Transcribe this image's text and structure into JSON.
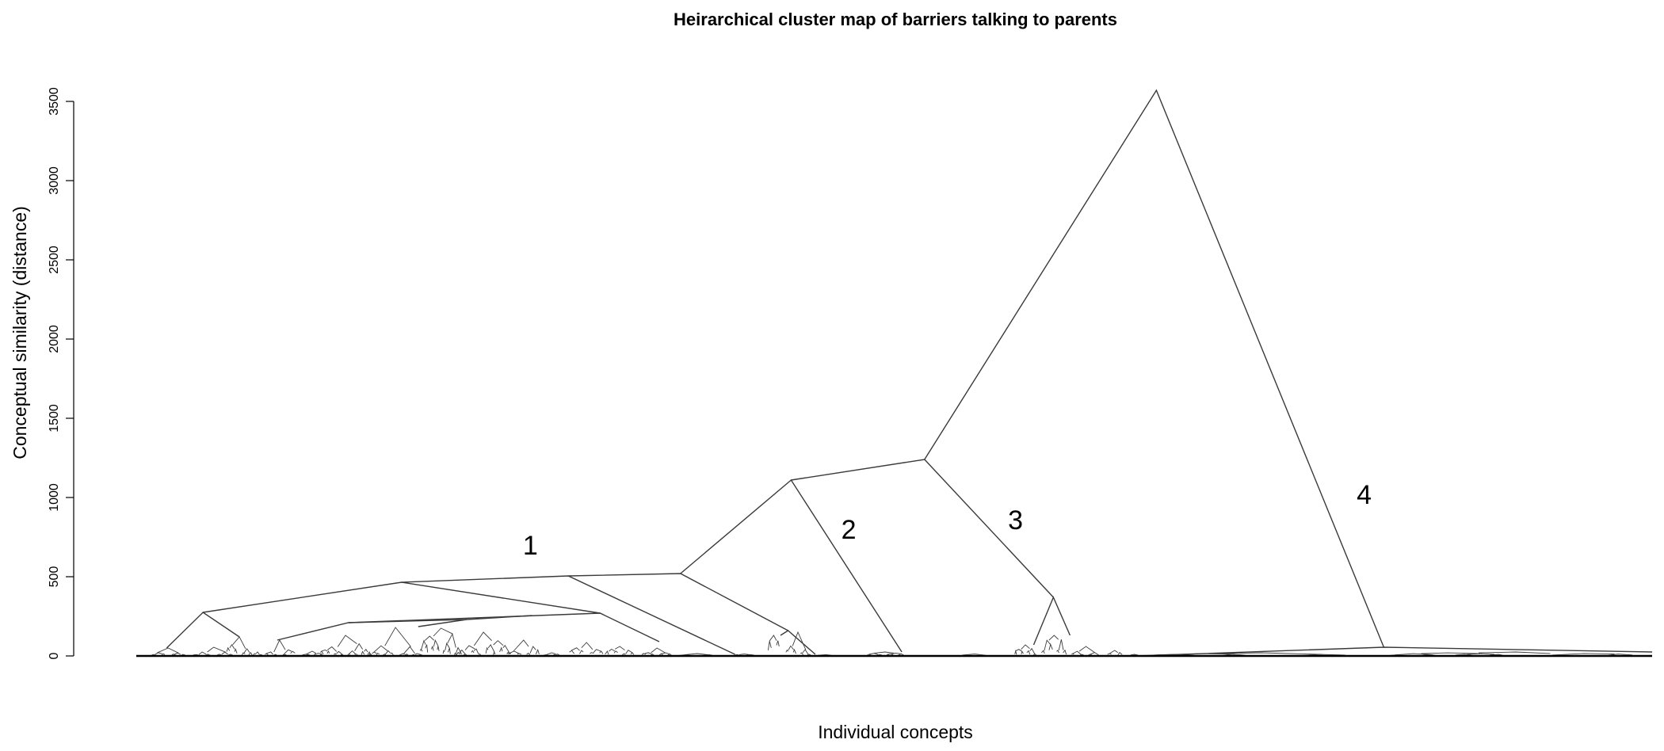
{
  "chart_data": {
    "type": "dendrogram",
    "title": "Heirarchical cluster map of barriers talking to parents",
    "xlabel": "Individual concepts",
    "ylabel": "Conceptual similarity (distance)",
    "ylim": [
      0,
      3600
    ],
    "yticks": [
      0,
      500,
      1000,
      1500,
      2000,
      2500,
      3000,
      3500
    ],
    "leaf_range": [
      0,
      100
    ],
    "grid": false,
    "root_height": 3570,
    "clusters": [
      {
        "label": "1",
        "merge_height": 520,
        "label_at": {
          "x": 26,
          "y": 700
        }
      },
      {
        "label": "2",
        "merge_height": 1110,
        "label_at": {
          "x": 47,
          "y": 800
        }
      },
      {
        "label": "3",
        "merge_height": 1240,
        "label_at": {
          "x": 58,
          "y": 860
        }
      },
      {
        "label": "4",
        "merge_height": 3570,
        "label_at": {
          "x": 81,
          "y": 1020
        }
      }
    ],
    "merges": [
      {
        "x": 67.3,
        "y": 3570,
        "left": [
          52.0,
          1240
        ],
        "right": [
          82.3,
          55
        ]
      },
      {
        "x": 52.0,
        "y": 1240,
        "left": [
          43.2,
          1110
        ],
        "right": [
          60.5,
          370
        ]
      },
      {
        "x": 43.2,
        "y": 1110,
        "left": [
          35.9,
          520
        ],
        "right": [
          50.5,
          25
        ]
      },
      {
        "x": 35.9,
        "y": 520,
        "left": [
          28.5,
          505
        ],
        "right": [
          43.0,
          160
        ]
      },
      {
        "x": 28.5,
        "y": 505,
        "left": [
          17.5,
          465
        ],
        "right": [
          39.5,
          10
        ]
      },
      {
        "x": 17.5,
        "y": 465,
        "left": [
          4.4,
          275
        ],
        "right": [
          30.6,
          270
        ]
      },
      {
        "x": 4.4,
        "y": 275,
        "left": [
          2.0,
          50
        ],
        "right": [
          6.8,
          120
        ]
      },
      {
        "x": 30.6,
        "y": 270,
        "left": [
          14.0,
          210
        ],
        "right": [
          34.5,
          90
        ]
      },
      {
        "x": 14.0,
        "y": 210,
        "left": [
          9.3,
          100
        ],
        "right": [
          21.8,
          230
        ]
      },
      {
        "x": 21.8,
        "y": 230,
        "left": [
          18.6,
          185
        ],
        "right": [
          26.1,
          255
        ]
      },
      {
        "x": 43.0,
        "y": 160,
        "left": [
          42.5,
          130
        ],
        "right": [
          44.8,
          10
        ]
      },
      {
        "x": 60.5,
        "y": 370,
        "left": [
          59.2,
          70
        ],
        "right": [
          61.6,
          130
        ]
      },
      {
        "x": 82.3,
        "y": 55,
        "left": [
          66.0,
          0
        ],
        "right": [
          100.0,
          25
        ]
      }
    ]
  }
}
